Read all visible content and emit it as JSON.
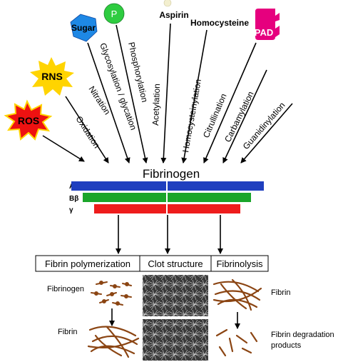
{
  "sources": {
    "sugar": "Sugar",
    "phosphate": "P",
    "aspirin": "Aspirin",
    "homocysteine": "Homocysteine",
    "pad": "PAD",
    "rns": "RNS",
    "ros": "ROS"
  },
  "modifications": {
    "oxidation": "Oxidation",
    "nitration": "Nitration",
    "glycosylation": "Glycosylation / glycation",
    "phosphorylation": "Phosphorylation",
    "acetylation": "Acetylation",
    "homocysteinylation": "Homocysteinylation",
    "citrullination": "Citrullination",
    "carbamylation": "Carbamylation",
    "guanidinylation": "Guanidinylation"
  },
  "fibrinogen": {
    "title": "Fibrinogen",
    "chains": [
      "Aα",
      "Bβ",
      "γ"
    ],
    "colors": [
      "#1f3fbf",
      "#1aa52a",
      "#ee1c1c"
    ]
  },
  "effects": {
    "polymerization": "Fibrin polymerization",
    "clot_structure": "Clot structure",
    "fibrinolysis": "Fibrinolysis"
  },
  "panels": {
    "fibrinogen": "Fibrinogen",
    "fibrin_left": "Fibrin",
    "fibrin_right": "Fibrin",
    "degradation_line1": "Fibrin degradation",
    "degradation_line2": "products"
  },
  "colors": {
    "sugar": "#1e88e5",
    "phosphate": "#2ecc40",
    "pad": "#e6007e",
    "star": "#ffd400",
    "ros": "#ee1111",
    "fiber": "#8b4513"
  }
}
